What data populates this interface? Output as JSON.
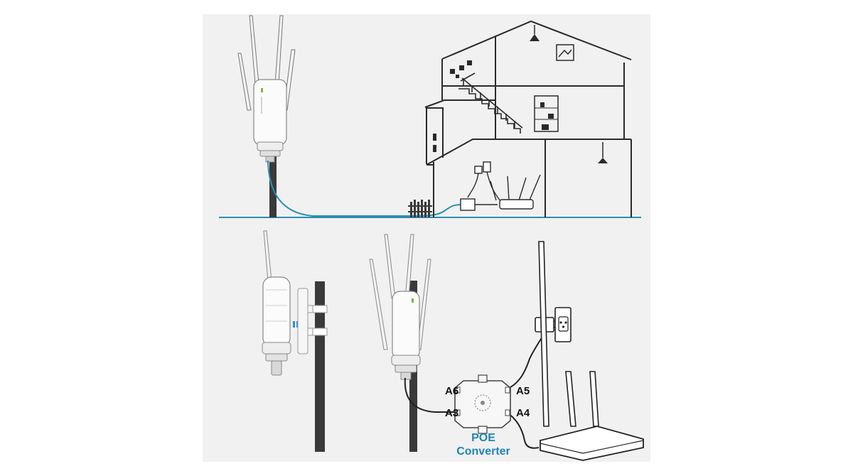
{
  "diagram": {
    "ports": {
      "a6": "A6",
      "a5": "A5",
      "a3": "A3",
      "a4": "A4"
    },
    "converter_label": {
      "line1": "POE",
      "line2": "Converter"
    }
  },
  "colors": {
    "panel_background": "#f1f1f1",
    "line": "#2a2a2a",
    "ethernet_cable": "#2b8fb0",
    "label_blue": "#1d86b3",
    "arrow_blue": "#2a8fd8",
    "device_white": "#fbfbfb"
  }
}
